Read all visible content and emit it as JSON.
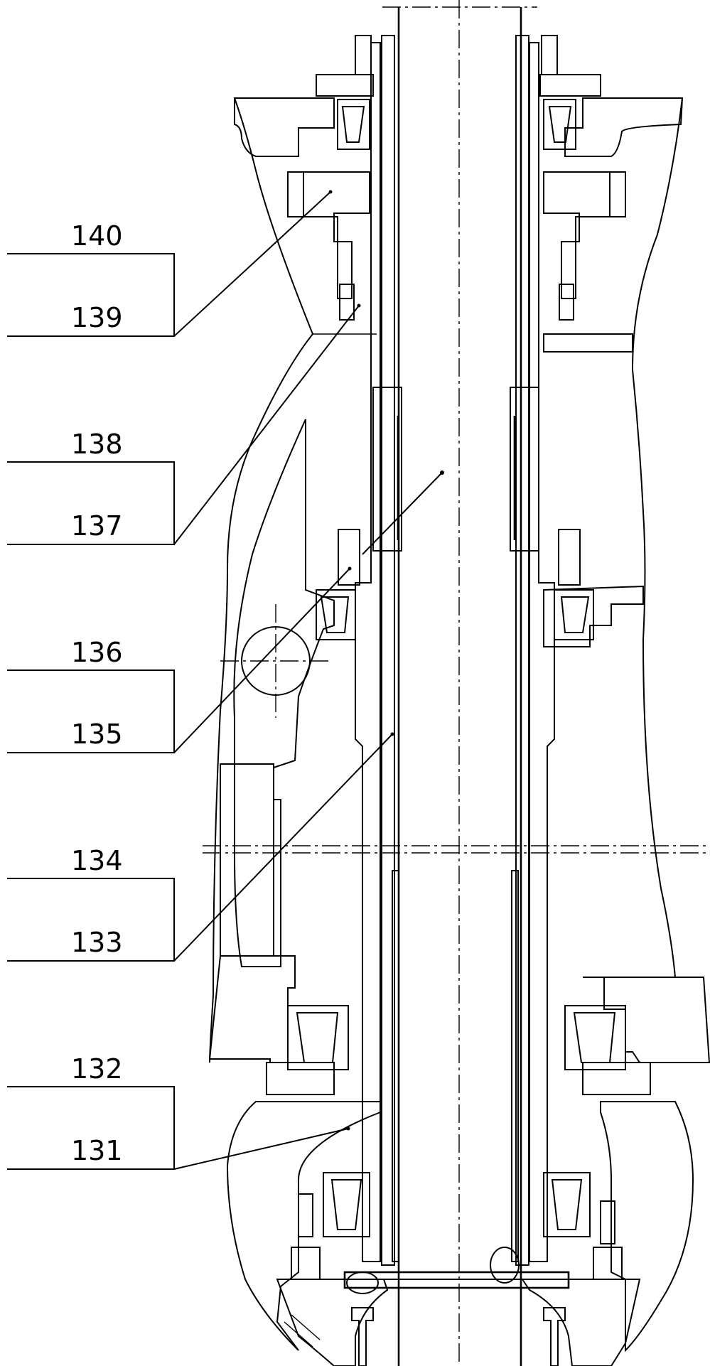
{
  "drawing": {
    "callout_labels": [
      "140",
      "139",
      "138",
      "137",
      "136",
      "135",
      "134",
      "133",
      "132",
      "131"
    ]
  },
  "colors": {
    "line": "#000000",
    "background": "#ffffff"
  }
}
